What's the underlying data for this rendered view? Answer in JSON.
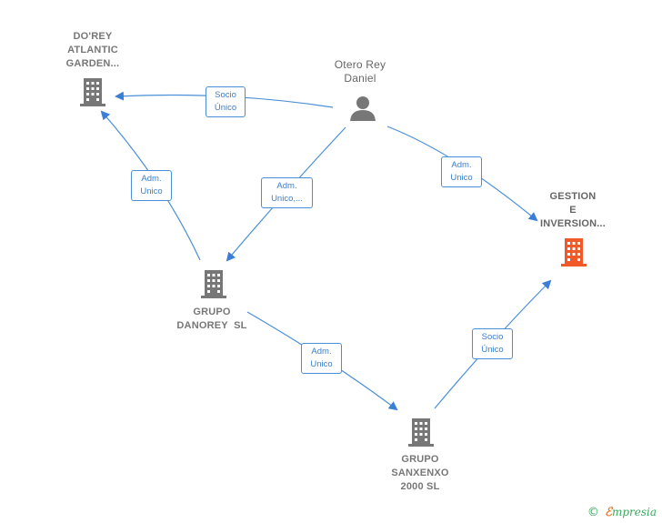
{
  "nodes": {
    "dorey": {
      "lines": [
        "DO'REY",
        "ATLANTIC",
        "GARDEN..."
      ],
      "icon": "building-icon",
      "color": "#777777"
    },
    "otero": {
      "lines": [
        "Otero Rey",
        "Daniel"
      ],
      "icon": "person-icon",
      "color": "#777777"
    },
    "gestion": {
      "lines": [
        "GESTION",
        "E",
        "INVERSION..."
      ],
      "icon": "building-icon",
      "color": "#f05a28"
    },
    "danorey": {
      "lines": [
        "GRUPO",
        "DANOREY  SL"
      ],
      "icon": "building-icon",
      "color": "#777777"
    },
    "sanxenxo": {
      "lines": [
        "GRUPO",
        "SANXENXO",
        "2000 SL"
      ],
      "icon": "building-icon",
      "color": "#777777"
    }
  },
  "edges": {
    "otero_dorey": [
      "Socio",
      "Único"
    ],
    "danorey_dorey": [
      "Adm.",
      "Unico"
    ],
    "otero_danorey": [
      "Adm.",
      "Unico,..."
    ],
    "otero_gestion": [
      "Adm.",
      "Unico"
    ],
    "danorey_sanxenxo": [
      "Adm.",
      "Unico"
    ],
    "sanxenxo_gestion": [
      "Socio",
      "Único"
    ]
  },
  "footer": {
    "copyright": "©",
    "brand_e": "ℰ",
    "brand_rest": "mpresia"
  },
  "colors": {
    "edge": "#4a8fd8",
    "node_gray": "#777777",
    "node_highlight": "#f05a28"
  }
}
